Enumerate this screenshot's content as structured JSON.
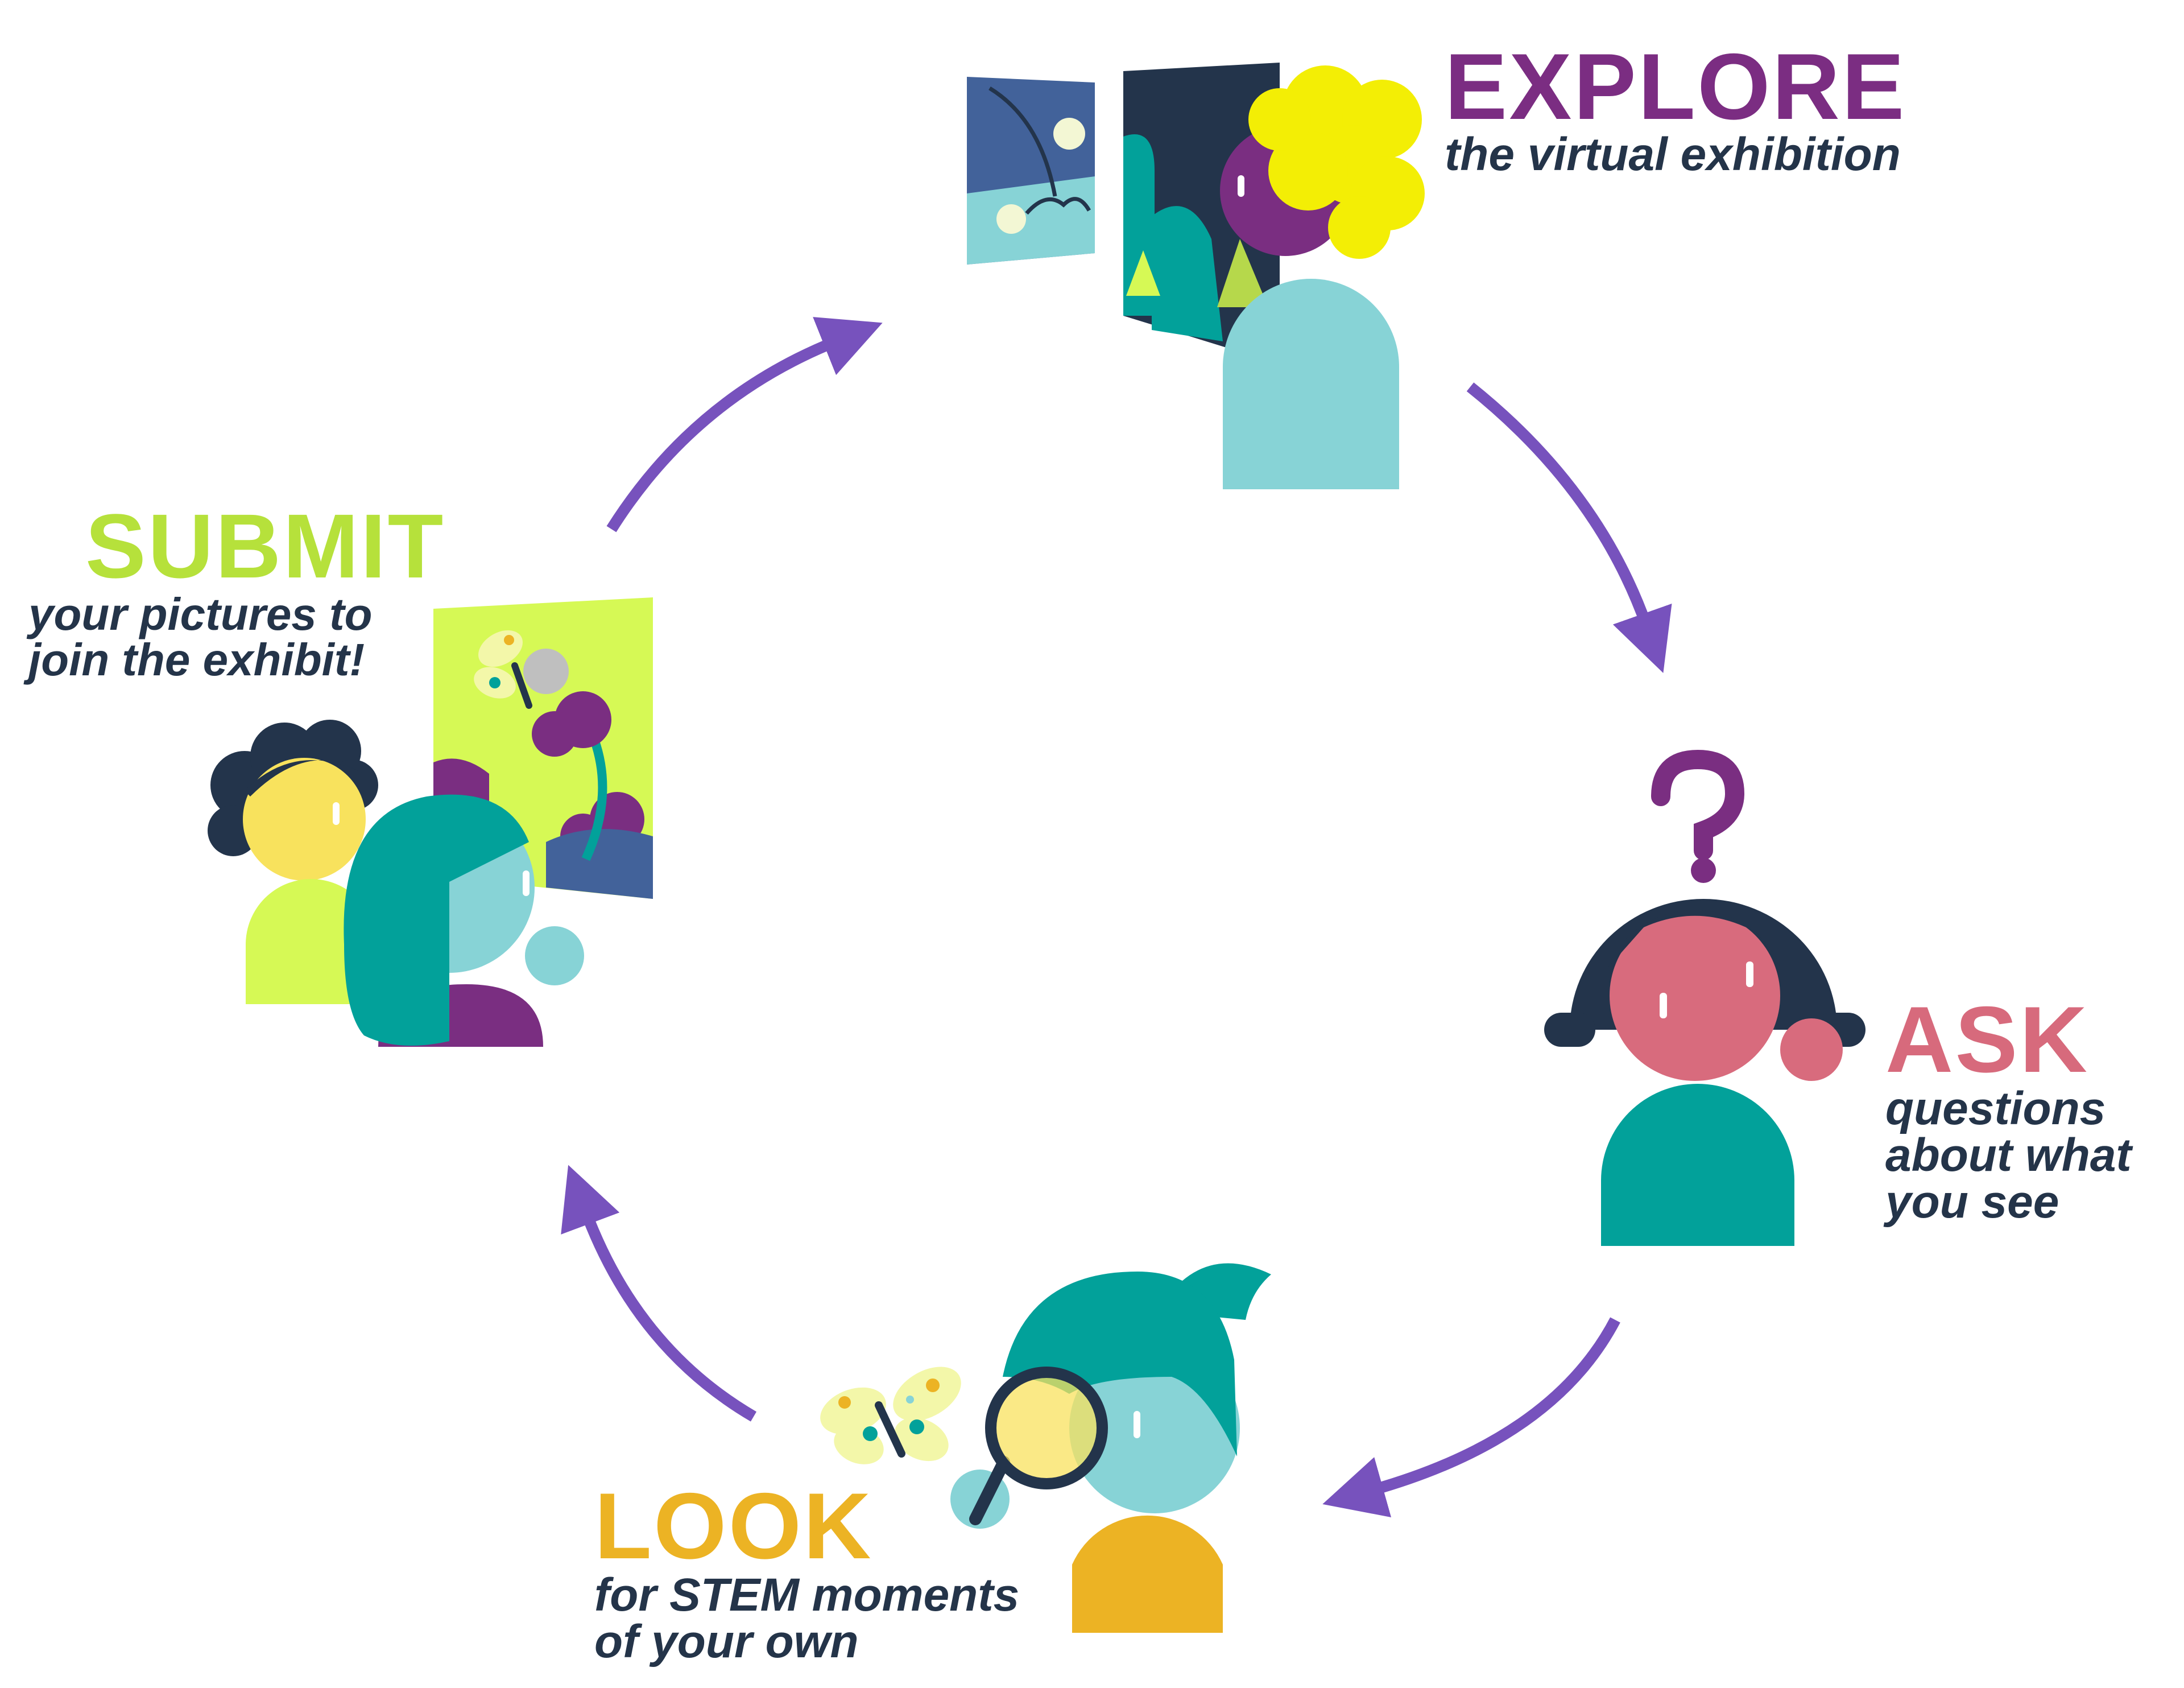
{
  "steps": {
    "explore": {
      "title": "EXPLORE",
      "description": "the virtual exhibition"
    },
    "ask": {
      "title": "ASK",
      "description": "questions\nabout what\nyou see",
      "question_mark": "?"
    },
    "look": {
      "title": "LOOK",
      "description": "for STEM moments\nof your own"
    },
    "submit": {
      "title": "SUBMIT",
      "description": "your pictures to\njoin the exhibit!"
    }
  },
  "colors": {
    "explore": "#7b2d82",
    "ask": "#d76a7c",
    "look": "#ecb324",
    "submit": "#b6e13b",
    "arrow": "#7752bd",
    "text_dark": "#243449",
    "teal": "#02a19a",
    "light_teal": "#87d3d6",
    "navy": "#23344b",
    "yellow": "#f3ee05",
    "lime": "#d6f955",
    "purple": "#7a2e81",
    "slate": "#42629a",
    "pink": "#d86b7d",
    "skin_yellow": "#f8e25d"
  },
  "icons": [
    "explore-person-icon",
    "exhibition-panels-icon",
    "ask-person-icon",
    "question-mark-icon",
    "look-person-icon",
    "magnifying-glass-icon",
    "butterfly-icon",
    "submit-people-icon",
    "picture-frame-icon"
  ]
}
